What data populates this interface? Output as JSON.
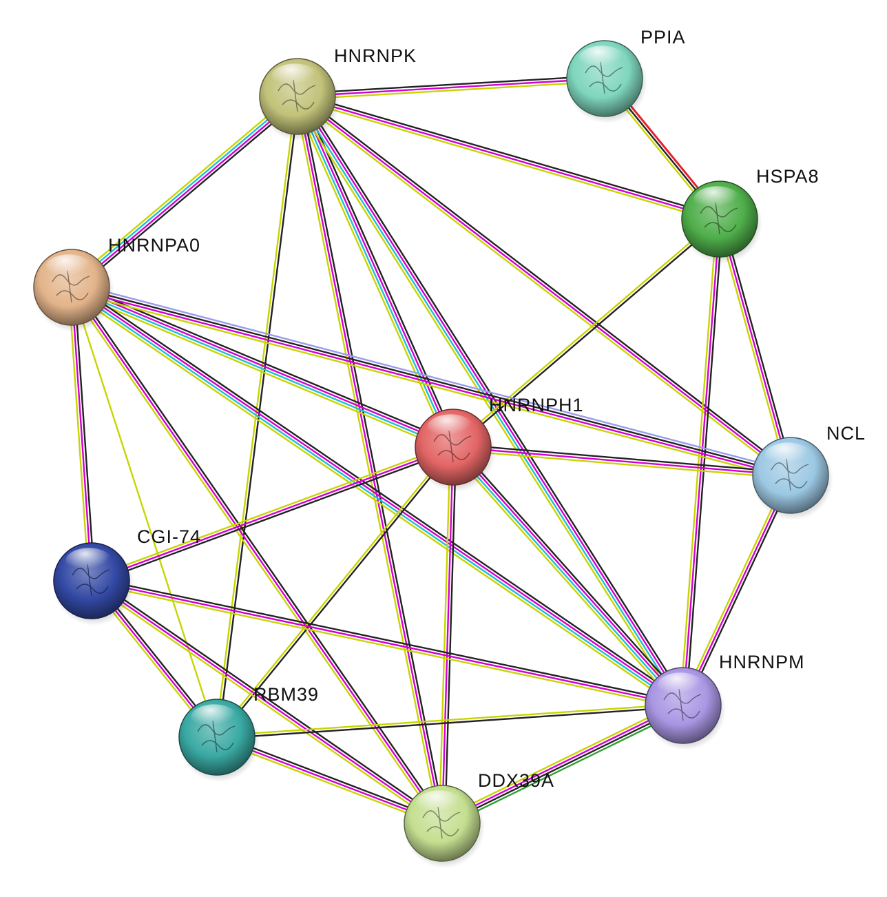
{
  "title": "",
  "colors": {
    "textmining": "#c8d400",
    "database": "#d200d2",
    "coexpression": "#222222",
    "experiments": "#1fbfd0",
    "homology": "#9a9aee",
    "gene_neighborhood": "#2da02d",
    "fusion": "#e8202a",
    "background": "#ffffff"
  },
  "nodes": [
    {
      "id": "HNRNPK",
      "label": "HNRNPK",
      "color": "#c2c27a",
      "icon": "protein-structure-icon"
    },
    {
      "id": "PPIA",
      "label": "PPIA",
      "color": "#7fd6bd",
      "icon": "protein-structure-icon"
    },
    {
      "id": "HSPA8",
      "label": "HSPA8",
      "color": "#4fae4a",
      "icon": "protein-structure-icon"
    },
    {
      "id": "HNRNPA0",
      "label": "HNRNPA0",
      "color": "#e3b48a",
      "icon": "protein-structure-icon"
    },
    {
      "id": "HNRNPH1",
      "label": "HNRNPH1",
      "color": "#e36565",
      "icon": "protein-structure-icon"
    },
    {
      "id": "NCL",
      "label": "NCL",
      "color": "#9cc8e3",
      "icon": "protein-structure-icon"
    },
    {
      "id": "CGI-74",
      "label": "CGI-74",
      "color": "#3248a3",
      "icon": "protein-structure-icon"
    },
    {
      "id": "HNRNPM",
      "label": "HNRNPM",
      "color": "#a996e3",
      "icon": "protein-structure-icon"
    },
    {
      "id": "RBM39",
      "label": "RBM39",
      "color": "#3aa9a3",
      "icon": "protein-structure-icon"
    },
    {
      "id": "DDX39A",
      "label": "DDX39A",
      "color": "#c4de90",
      "icon": "protein-structure-icon"
    }
  ],
  "edges": [
    {
      "source": "HNRNPK",
      "target": "PPIA",
      "evidence": [
        "coexpression",
        "database",
        "textmining"
      ]
    },
    {
      "source": "HNRNPK",
      "target": "HSPA8",
      "evidence": [
        "coexpression",
        "database",
        "textmining"
      ]
    },
    {
      "source": "HNRNPK",
      "target": "HNRNPA0",
      "evidence": [
        "coexpression",
        "database",
        "experiments",
        "textmining"
      ]
    },
    {
      "source": "HNRNPK",
      "target": "HNRNPH1",
      "evidence": [
        "coexpression",
        "database",
        "experiments",
        "textmining"
      ]
    },
    {
      "source": "HNRNPK",
      "target": "NCL",
      "evidence": [
        "coexpression",
        "database",
        "textmining"
      ]
    },
    {
      "source": "HNRNPK",
      "target": "HNRNPM",
      "evidence": [
        "coexpression",
        "database",
        "experiments",
        "textmining"
      ]
    },
    {
      "source": "HNRNPK",
      "target": "RBM39",
      "evidence": [
        "coexpression",
        "textmining"
      ]
    },
    {
      "source": "HNRNPK",
      "target": "DDX39A",
      "evidence": [
        "coexpression",
        "database",
        "textmining"
      ]
    },
    {
      "source": "PPIA",
      "target": "HSPA8",
      "evidence": [
        "fusion",
        "coexpression",
        "textmining"
      ]
    },
    {
      "source": "HSPA8",
      "target": "HNRNPH1",
      "evidence": [
        "coexpression",
        "textmining"
      ]
    },
    {
      "source": "HSPA8",
      "target": "NCL",
      "evidence": [
        "coexpression",
        "database",
        "textmining"
      ]
    },
    {
      "source": "HSPA8",
      "target": "HNRNPM",
      "evidence": [
        "coexpression",
        "database",
        "textmining"
      ]
    },
    {
      "source": "HNRNPA0",
      "target": "HNRNPH1",
      "evidence": [
        "coexpression",
        "database",
        "experiments",
        "textmining"
      ]
    },
    {
      "source": "HNRNPA0",
      "target": "NCL",
      "evidence": [
        "homology",
        "coexpression",
        "database",
        "textmining"
      ]
    },
    {
      "source": "HNRNPA0",
      "target": "CGI-74",
      "evidence": [
        "coexpression",
        "database",
        "textmining"
      ]
    },
    {
      "source": "HNRNPA0",
      "target": "HNRNPM",
      "evidence": [
        "coexpression",
        "database",
        "experiments",
        "textmining"
      ]
    },
    {
      "source": "HNRNPA0",
      "target": "RBM39",
      "evidence": [
        "textmining"
      ]
    },
    {
      "source": "HNRNPA0",
      "target": "DDX39A",
      "evidence": [
        "coexpression",
        "database",
        "textmining"
      ]
    },
    {
      "source": "HNRNPH1",
      "target": "NCL",
      "evidence": [
        "coexpression",
        "database",
        "textmining"
      ]
    },
    {
      "source": "HNRNPH1",
      "target": "CGI-74",
      "evidence": [
        "coexpression",
        "database",
        "textmining"
      ]
    },
    {
      "source": "HNRNPH1",
      "target": "HNRNPM",
      "evidence": [
        "coexpression",
        "database",
        "experiments",
        "textmining"
      ]
    },
    {
      "source": "HNRNPH1",
      "target": "RBM39",
      "evidence": [
        "coexpression",
        "textmining"
      ]
    },
    {
      "source": "HNRNPH1",
      "target": "DDX39A",
      "evidence": [
        "coexpression",
        "database",
        "textmining"
      ]
    },
    {
      "source": "NCL",
      "target": "HNRNPM",
      "evidence": [
        "coexpression",
        "database",
        "textmining"
      ]
    },
    {
      "source": "CGI-74",
      "target": "HNRNPM",
      "evidence": [
        "coexpression",
        "database",
        "textmining"
      ]
    },
    {
      "source": "CGI-74",
      "target": "RBM39",
      "evidence": [
        "coexpression",
        "database",
        "textmining"
      ]
    },
    {
      "source": "CGI-74",
      "target": "DDX39A",
      "evidence": [
        "coexpression",
        "database",
        "textmining"
      ]
    },
    {
      "source": "HNRNPM",
      "target": "RBM39",
      "evidence": [
        "coexpression",
        "textmining"
      ]
    },
    {
      "source": "HNRNPM",
      "target": "DDX39A",
      "evidence": [
        "gene_neighborhood",
        "coexpression",
        "database",
        "textmining"
      ]
    },
    {
      "source": "RBM39",
      "target": "DDX39A",
      "evidence": [
        "coexpression",
        "database",
        "textmining"
      ]
    }
  ]
}
